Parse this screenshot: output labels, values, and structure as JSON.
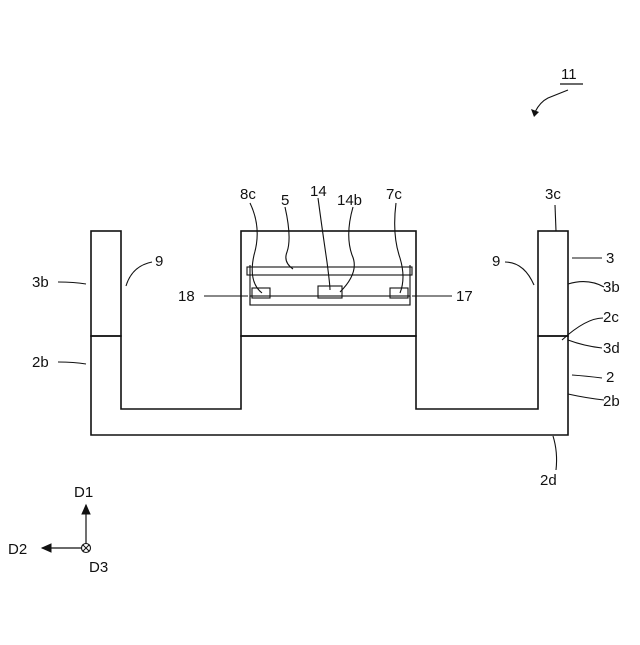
{
  "figure": {
    "ref": "11",
    "labels": {
      "l_8c": "8c",
      "l_5": "5",
      "l_14": "14",
      "l_14b": "14b",
      "l_7c": "7c",
      "l_3c": "3c",
      "l_3": "3",
      "l_3b_left": "3b",
      "l_3b_right": "3b",
      "l_9_left": "9",
      "l_9_right": "9",
      "l_18": "18",
      "l_17": "17",
      "l_2c": "2c",
      "l_3d": "3d",
      "l_2": "2",
      "l_2b_left": "2b",
      "l_2b_right": "2b",
      "l_2d": "2d"
    },
    "axes": {
      "d1": "D1",
      "d2": "D2",
      "d3": "D3"
    }
  }
}
